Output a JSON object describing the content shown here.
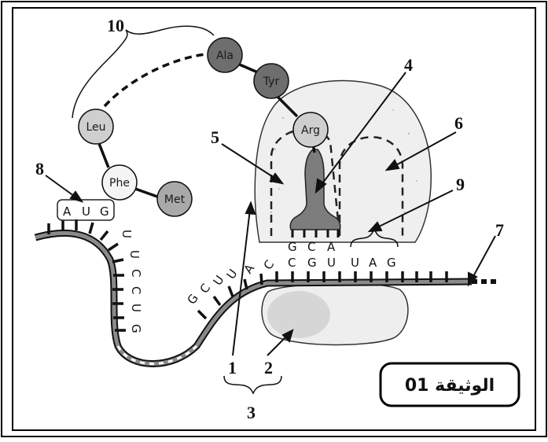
{
  "amino_acids": [
    {
      "name": "Ala",
      "shade": "dark"
    },
    {
      "name": "Tyr",
      "shade": "dark"
    },
    {
      "name": "Arg",
      "shade": "light"
    },
    {
      "name": "Leu",
      "shade": "light"
    },
    {
      "name": "Phe",
      "shade": "white"
    },
    {
      "name": "Met",
      "shade": "gray"
    }
  ],
  "labels": [
    "1",
    "2",
    "3",
    "4",
    "5",
    "6",
    "7",
    "8",
    "9",
    "10"
  ],
  "mrna": {
    "start_codon": [
      "A",
      "U",
      "G"
    ],
    "curve_bases": [
      "U",
      "U",
      "C",
      "C",
      "U",
      "G"
    ],
    "lower_bases": [
      "G",
      "C",
      "U",
      "U",
      "A",
      "C"
    ],
    "codon_in_site": [
      "C",
      "G",
      "U"
    ],
    "stop_codon": [
      "U",
      "A",
      "G"
    ]
  },
  "anticodon": [
    "G",
    "C",
    "A"
  ],
  "document_label": "الوثيقة 01",
  "colors": {
    "dark_aa": "#6e6e6e",
    "light_aa": "#cfcfcf",
    "white_aa": "#f4f4f4",
    "gray_aa": "#a9a9a9",
    "mrna_fill": "#8a8a8a",
    "ribosome_fill": "#efefef",
    "small_subunit_fill": "#e6e6e6"
  }
}
